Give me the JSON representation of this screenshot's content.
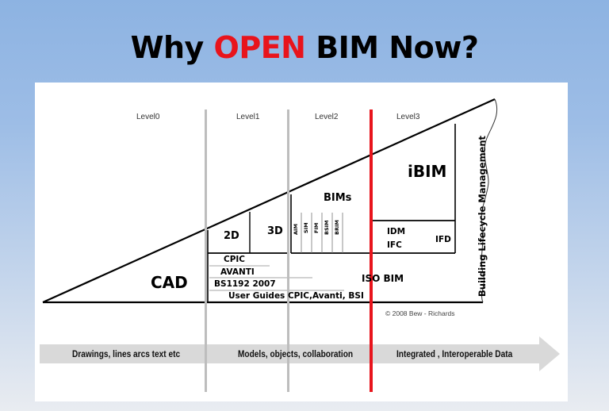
{
  "slide": {
    "title_prefix": "Why ",
    "title_highlight": "OPEN",
    "title_suffix": " BIM Now?",
    "highlight_color": "#e8141c",
    "background_top": "#8db3e2",
    "background_bottom": "#e9ecf1"
  },
  "diagram": {
    "levels": [
      "Level0",
      "Level1",
      "Level2",
      "Level3"
    ],
    "level0": {
      "label": "CAD"
    },
    "level1": {
      "boxes": [
        "2D",
        "3D"
      ],
      "standards": [
        "CPIC",
        "AVANTI",
        "BS1192 2007",
        "User Guides CPIC,Avanti, BSI"
      ]
    },
    "level2": {
      "label": "BIMs",
      "sub_models": [
        "AIM",
        "SIM",
        "FIM",
        "BSIM",
        "BRIM"
      ],
      "standard": "ISO BIM"
    },
    "level3": {
      "label": "iBIM",
      "standards": [
        "IDM",
        "IFC",
        "IFD"
      ]
    },
    "lifecycle_label": "Building Lifecycle Management",
    "copyright": "© 2008 Bew - Richards",
    "divider_colors": {
      "level_divider": "#bdbdbd",
      "open_divider": "#e8141c"
    },
    "timeline": {
      "captions": [
        "Drawings,   lines arcs text etc",
        "Models, objects,  collaboration",
        "Integrated ,  Interoperable Data"
      ],
      "arrow_color": "#d9d9d9"
    }
  }
}
